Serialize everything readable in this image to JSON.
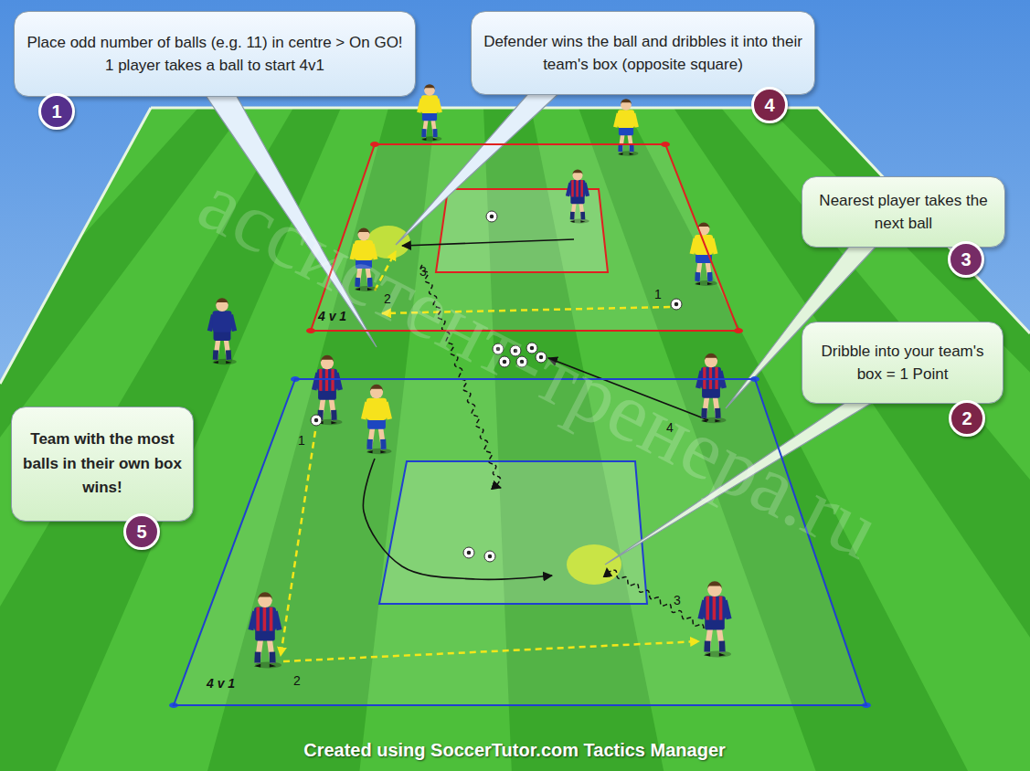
{
  "diagram": {
    "caption": "Created using SoccerTutor.com Tactics Manager",
    "nodes": [
      {
        "text": [
          "Place odd number of balls (e.g. 11) in centre > On GO! 1 player takes a ball to start 4v1"
        ]
      },
      {
        "text": [
          "1"
        ]
      },
      {
        "text": [
          "Defender wins the ball and dribbles it into their team's box (opposite square)"
        ]
      },
      {
        "text": [
          "4"
        ]
      },
      {
        "text": [
          "Nearest player takes the next ball"
        ]
      },
      {
        "text": [
          "3"
        ]
      },
      {
        "text": [
          "Dribble into your team's box = 1 Point"
        ]
      },
      {
        "text": [
          "2"
        ]
      },
      {
        "text": [
          "Team with the most balls in their own box wins!"
        ]
      },
      {
        "text": [
          "5"
        ]
      },
      {
        "text": [
          "4 v 1"
        ]
      },
      {
        "text": [
          "4 v 1"
        ]
      }
    ],
    "labels": [
      "ассистент-тренера.ru",
      "1",
      "2",
      "3",
      "1",
      "2",
      "3",
      "4"
    ]
  }
}
